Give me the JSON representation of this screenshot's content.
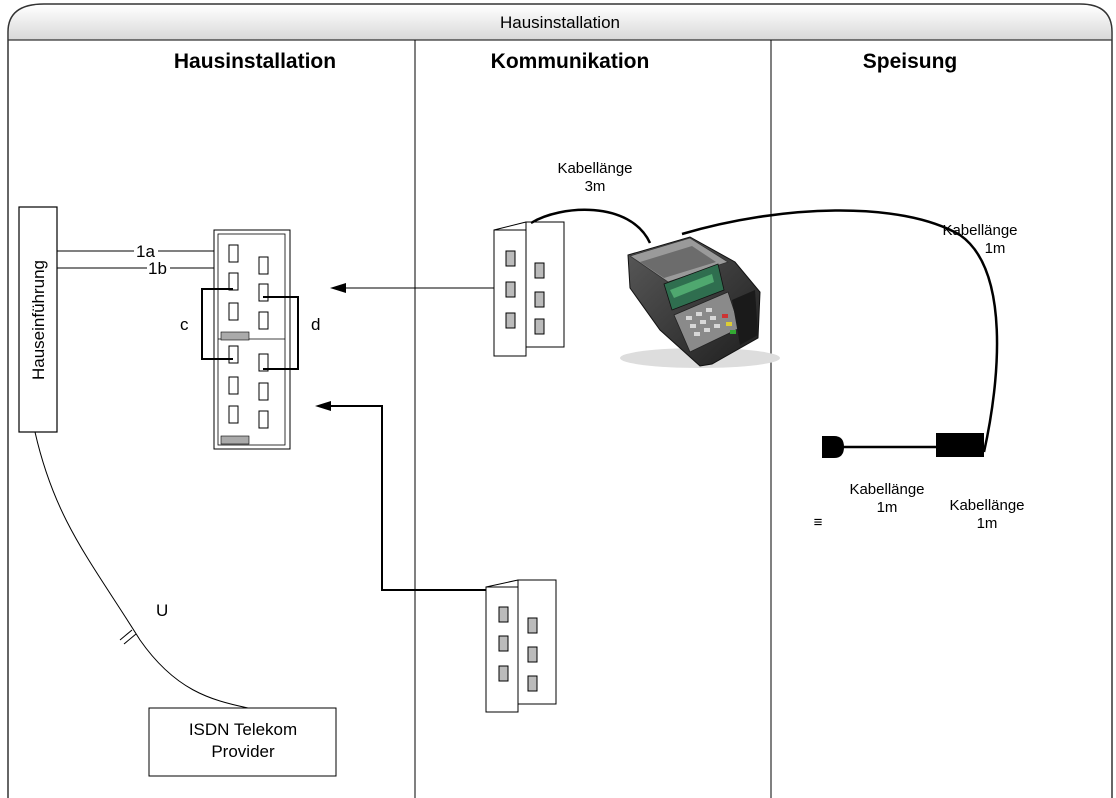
{
  "frame": {
    "title": "Hausinstallation"
  },
  "columns": [
    {
      "heading": "Hausinstallation"
    },
    {
      "heading": "Kommunikation"
    },
    {
      "heading": "Speisung"
    }
  ],
  "house_entry": {
    "label": "Hauseinführung"
  },
  "wires": {
    "a": "1a",
    "b": "1b",
    "c": "c",
    "d": "d",
    "u": "U"
  },
  "provider": {
    "line1": "ISDN Telekom",
    "line2": "Provider"
  },
  "cables": {
    "terminal": {
      "line1": "Kabellänge",
      "line2": "3m"
    },
    "power": {
      "line1": "Kabellänge",
      "line2": "1m"
    },
    "left": {
      "line1": "Kabellänge",
      "line2": "1m"
    },
    "right": {
      "line1": "Kabellänge",
      "line2": "1m"
    }
  },
  "misc": {
    "equiv": "≡"
  },
  "device": {
    "name": "payment-terminal"
  }
}
